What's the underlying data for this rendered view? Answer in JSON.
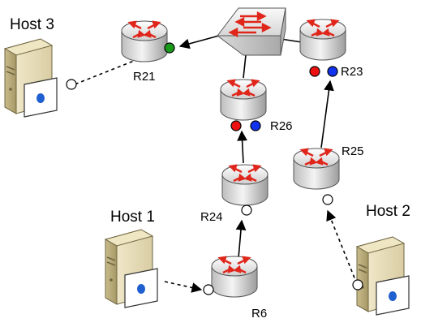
{
  "hosts": [
    {
      "id": "host3",
      "label": "Host 3"
    },
    {
      "id": "host1",
      "label": "Host 1"
    },
    {
      "id": "host2",
      "label": "Host 2"
    }
  ],
  "routers": [
    {
      "id": "R21",
      "label": "R21"
    },
    {
      "id": "R23",
      "label": "R23"
    },
    {
      "id": "R26",
      "label": "R26"
    },
    {
      "id": "R25",
      "label": "R25"
    },
    {
      "id": "R24",
      "label": "R24"
    },
    {
      "id": "R6",
      "label": "R6"
    }
  ],
  "switch": {
    "id": "core-switch"
  },
  "port_colors": {
    "green": "#1a9a1a",
    "red": "#ee1111",
    "blue": "#1133ee",
    "white": "#ffffff"
  },
  "icon": {
    "router_arrow": "#e0261b",
    "switch_arrow": "#e0261b"
  }
}
